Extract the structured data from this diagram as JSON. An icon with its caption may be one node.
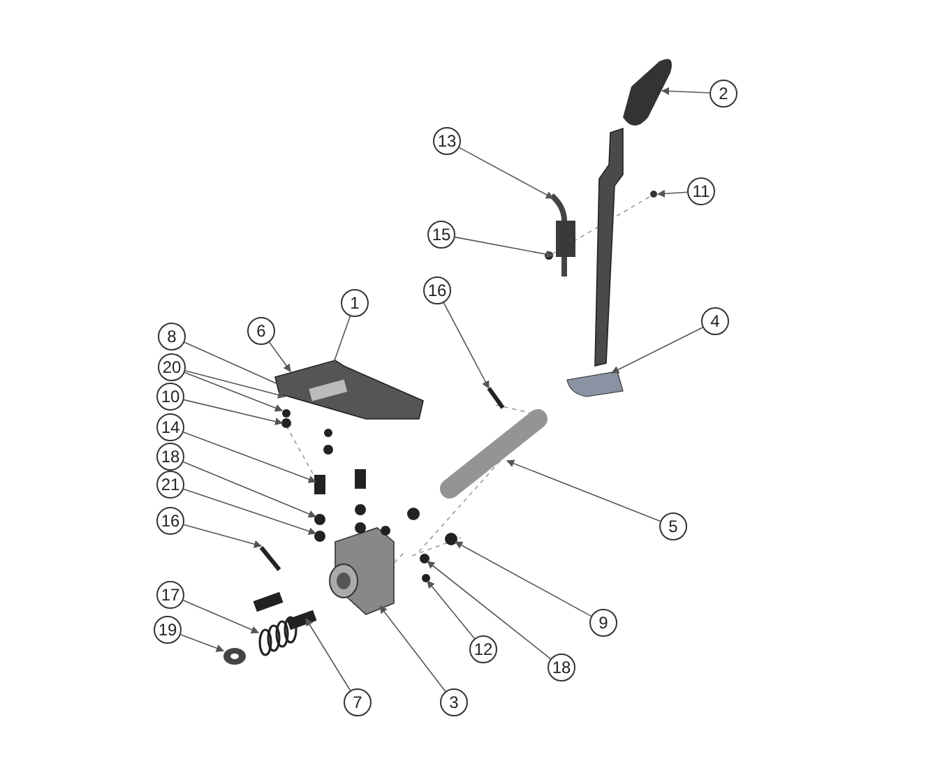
{
  "diagram": {
    "nodes": [
      {
        "text": [
          "2"
        ]
      },
      {
        "text": [
          "13"
        ]
      },
      {
        "text": [
          "11"
        ]
      },
      {
        "text": [
          "15"
        ]
      },
      {
        "text": [
          "16"
        ]
      },
      {
        "text": [
          "1"
        ]
      },
      {
        "text": [
          "4"
        ]
      },
      {
        "text": [
          "6"
        ]
      },
      {
        "text": [
          "8"
        ]
      },
      {
        "text": [
          "20"
        ]
      },
      {
        "text": [
          "10"
        ]
      },
      {
        "text": [
          "14"
        ]
      },
      {
        "text": [
          "18"
        ]
      },
      {
        "text": [
          "21"
        ]
      },
      {
        "text": [
          "16"
        ]
      },
      {
        "text": [
          "5"
        ]
      },
      {
        "text": [
          "17"
        ]
      },
      {
        "text": [
          "9"
        ]
      },
      {
        "text": [
          "19"
        ]
      },
      {
        "text": [
          "12"
        ]
      },
      {
        "text": [
          "18"
        ]
      },
      {
        "text": [
          "7"
        ]
      },
      {
        "text": [
          "3"
        ]
      }
    ],
    "edges": [
      {
        "from": 0,
        "to": null,
        "arrow": "to"
      },
      {
        "from": 1,
        "to": null,
        "arrow": "to"
      },
      {
        "from": 2,
        "to": null,
        "arrow": "to"
      },
      {
        "from": 3,
        "to": null,
        "arrow": "to"
      },
      {
        "from": 4,
        "to": null,
        "arrow": "to"
      },
      {
        "from": 5,
        "to": null,
        "arrow": "to"
      },
      {
        "from": 6,
        "to": null,
        "arrow": "to"
      },
      {
        "from": 7,
        "to": null,
        "arrow": "to"
      },
      {
        "from": 8,
        "to": null,
        "arrow": "to"
      },
      {
        "from": 9,
        "to": null,
        "arrow": "to"
      },
      {
        "from": 9,
        "to": null,
        "arrow": "to"
      },
      {
        "from": 10,
        "to": null,
        "arrow": "to"
      },
      {
        "from": 11,
        "to": null,
        "arrow": "to"
      },
      {
        "from": 12,
        "to": null,
        "arrow": "to"
      },
      {
        "from": 13,
        "to": null,
        "arrow": "to"
      },
      {
        "from": 14,
        "to": null,
        "arrow": "to"
      },
      {
        "from": 15,
        "to": null,
        "arrow": "to"
      },
      {
        "from": 16,
        "to": null,
        "arrow": "to"
      },
      {
        "from": 17,
        "to": null,
        "arrow": "to"
      },
      {
        "from": 18,
        "to": null,
        "arrow": "to"
      },
      {
        "from": 19,
        "to": null,
        "arrow": "to"
      },
      {
        "from": 20,
        "to": null,
        "arrow": "to"
      },
      {
        "from": 21,
        "to": null,
        "arrow": "to"
      },
      {
        "from": 22,
        "to": null,
        "arrow": "to"
      }
    ]
  }
}
